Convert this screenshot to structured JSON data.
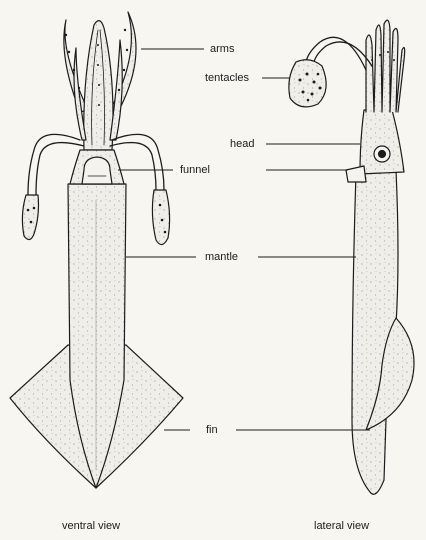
{
  "labels": {
    "arms": "arms",
    "tentacles": "tentacles",
    "head": "head",
    "funnel": "funnel",
    "mantle": "mantle",
    "fin": "fin"
  },
  "captions": {
    "ventral": "ventral view",
    "lateral": "lateral view"
  },
  "colors": {
    "ink": "#1c1c1c",
    "paper": "#f7f6f1",
    "fill": "#ecebe4"
  }
}
